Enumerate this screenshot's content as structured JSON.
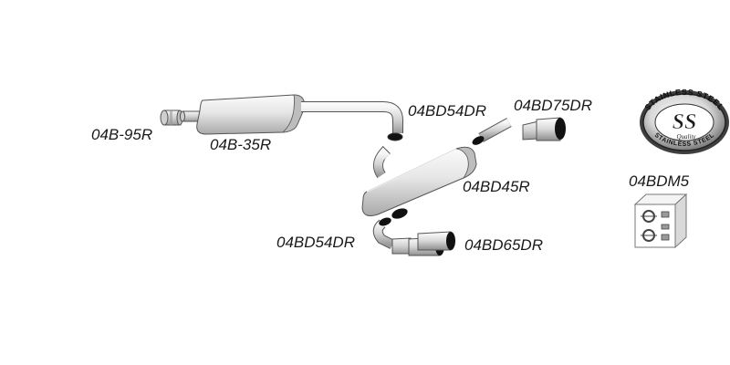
{
  "labels": {
    "p_95r": "04B-95R",
    "p_35r": "04B-35R",
    "p_54dr_upper": "04BD54DR",
    "p_75dr": "04BD75DR",
    "p_45r": "04BD45R",
    "p_54dr_lower": "04BD54DR",
    "p_65dr": "04BD65DR",
    "p_m5": "04BDM5"
  },
  "logo": {
    "letters": "SS",
    "top_text": "STAINLESS STEEL",
    "bottom_text": "STAINLESS STEEL",
    "sub_text": "Quality"
  },
  "colors": {
    "metal_light": "#f2f2f2",
    "metal_mid": "#c9c9c9",
    "metal_dark": "#8a8a8a",
    "outline": "#555555",
    "pipe_end": "#111111",
    "text": "#1a1a1a"
  },
  "icons": {
    "logo": "stainless-steel-quality-badge",
    "mount_kit": "mounting-kit-box"
  }
}
